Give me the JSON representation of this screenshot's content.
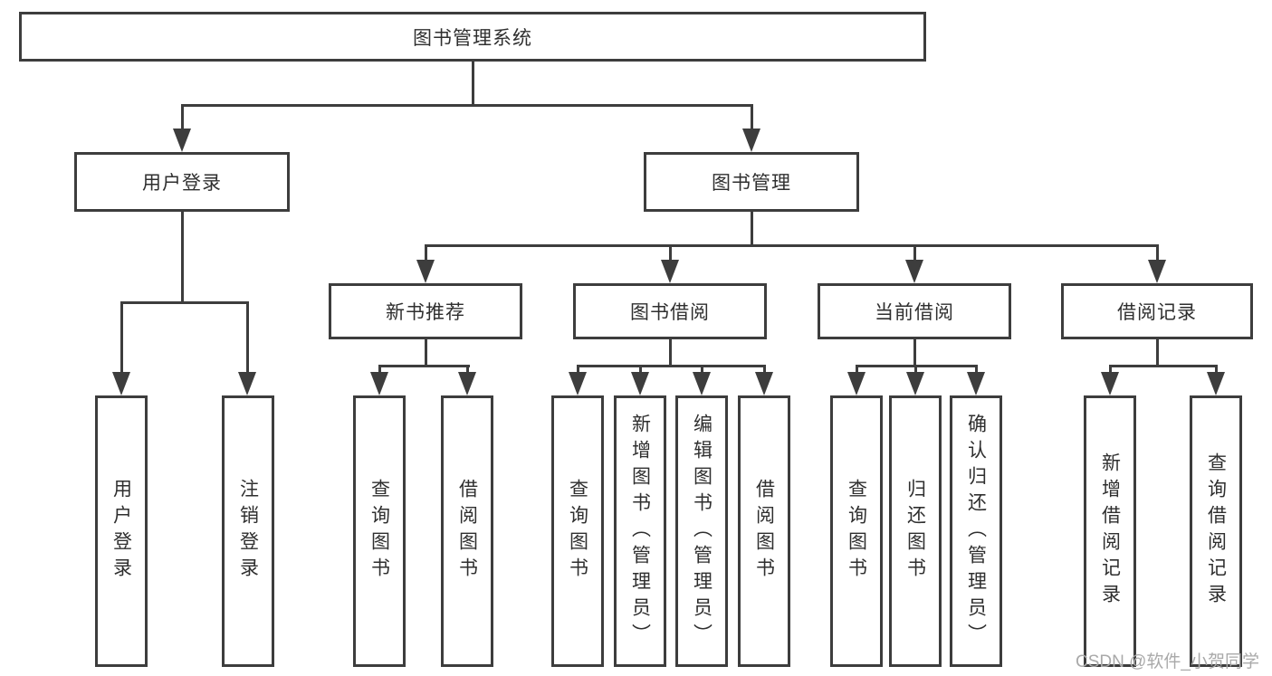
{
  "diagram": {
    "title": "图书管理系统",
    "branches": [
      {
        "label": "用户登录",
        "leaves": [
          "用户登录",
          "注销登录"
        ]
      },
      {
        "label": "图书管理",
        "children": [
          {
            "label": "新书推荐",
            "leaves": [
              "查询图书",
              "借阅图书"
            ]
          },
          {
            "label": "图书借阅",
            "leaves": [
              "查询图书",
              "新增图书（管理员）",
              "编辑图书（管理员）",
              "借阅图书"
            ]
          },
          {
            "label": "当前借阅",
            "leaves": [
              "查询图书",
              "归还图书",
              "确认归还（管理员）"
            ]
          },
          {
            "label": "借阅记录",
            "leaves": [
              "新增借阅记录",
              "查询借阅记录"
            ]
          }
        ]
      }
    ]
  },
  "watermark": {
    "text": "CSDN @软件_小贺同学"
  },
  "colors": {
    "line": "#3d3d3d",
    "text": "#2f2f2f",
    "background": "#ffffff",
    "watermark": "#a9a9a9"
  }
}
